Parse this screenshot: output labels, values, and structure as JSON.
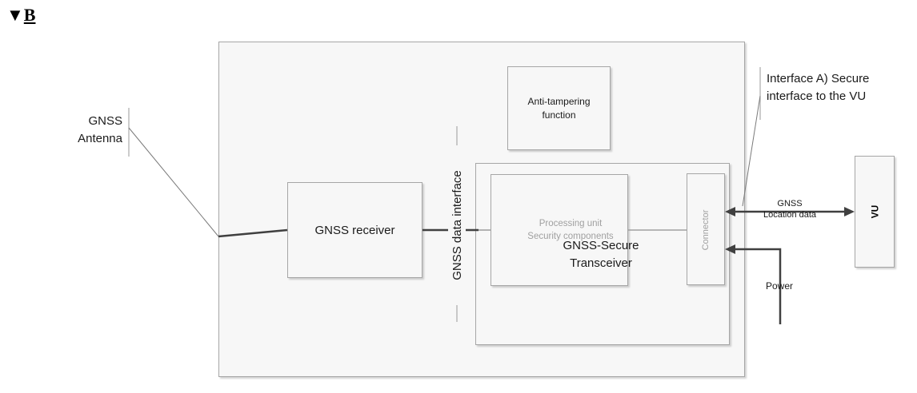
{
  "marker": {
    "arrow": "▼",
    "letter": "B"
  },
  "labels": {
    "gnss_antenna_line1": "GNSS",
    "gnss_antenna_line2": "Antenna",
    "anti_tampering_line1": "Anti-tampering",
    "anti_tampering_line2": "function",
    "gnss_receiver": "GNSS receiver",
    "gnss_data_interface": "GNSS data interface",
    "processing_unit": "Processing unit",
    "security_components": "Security components",
    "transceiver_line1": "GNSS-Secure",
    "transceiver_line2": "Transceiver",
    "connector": "Connector",
    "interface_a_line1": "Interface A) Secure",
    "interface_a_line2": "interface to the VU",
    "gnss_line1": "GNSS",
    "gnss_line2": "Location data",
    "power": "Power",
    "vu": "VU"
  },
  "colors": {
    "box_fill": "#f7f7f7",
    "box_border": "#a6a6a6",
    "line": "#404040",
    "muted_text": "#a0a0a0"
  }
}
